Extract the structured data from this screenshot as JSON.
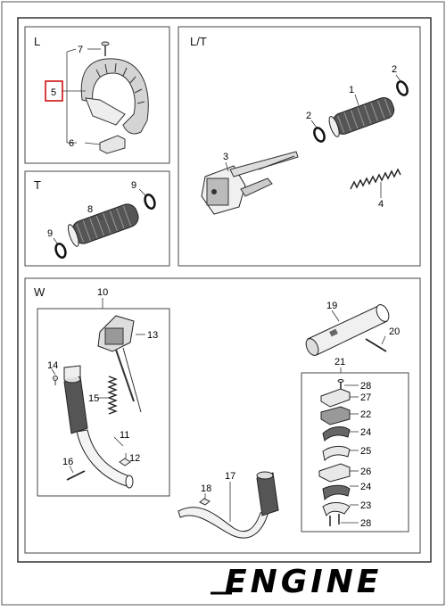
{
  "panels": {
    "L": {
      "title": "L",
      "highlight_color": "#cc0000"
    },
    "LT": {
      "title": "L/T"
    },
    "T": {
      "title": "T"
    },
    "W": {
      "title": "W"
    }
  },
  "labels": {
    "l_5": "5",
    "l_6": "6",
    "l_7": "7",
    "lt_1": "1",
    "lt_2a": "2",
    "lt_2b": "2",
    "lt_3": "3",
    "lt_4": "4",
    "t_8": "8",
    "t_9a": "9",
    "t_9b": "9",
    "w_10": "10",
    "w_11": "11",
    "w_12": "12",
    "w_13": "13",
    "w_14": "14",
    "w_15": "15",
    "w_16": "16",
    "w_17": "17",
    "w_18": "18",
    "w_19": "19",
    "w_20": "20",
    "w_21": "21",
    "w_22": "22",
    "w_23": "23",
    "w_24a": "24",
    "w_24b": "24",
    "w_25": "25",
    "w_26": "26",
    "w_27": "27",
    "w_28a": "28",
    "w_28b": "28"
  },
  "brand": {
    "text": "ENGINE"
  }
}
